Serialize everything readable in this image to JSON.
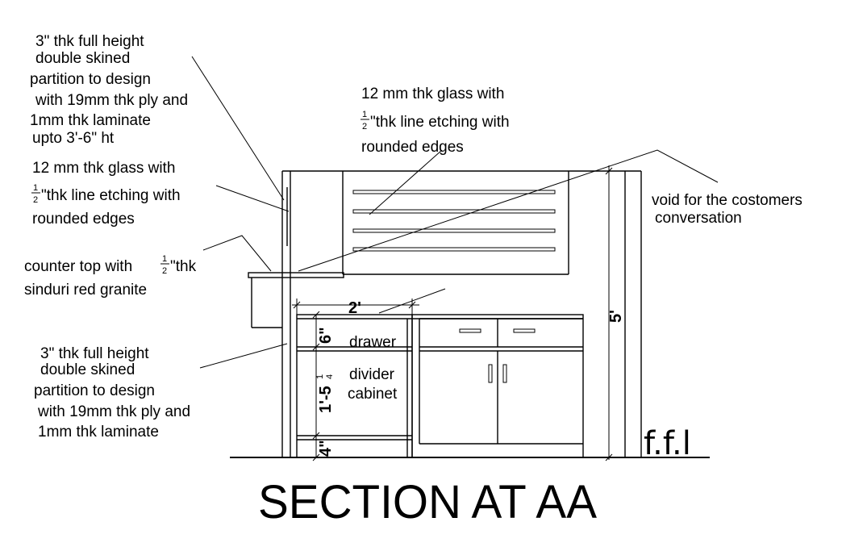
{
  "labels": {
    "partition_top": [
      "3\" thk full height",
      "double skined",
      "partition to design",
      "with 19mm thk ply and",
      "1mm thk laminate",
      "upto 3'-6\" ht"
    ],
    "glass_left": [
      "12 mm thk glass with",
      "\"thk line etching with",
      "rounded edges"
    ],
    "glass_top": [
      "12 mm thk glass with",
      "\"thk line etching with",
      "rounded edges"
    ],
    "counter_top": [
      "counter top with",
      "\"thk",
      "sinduri red  granite"
    ],
    "partition_bottom": [
      "3\" thk full height",
      "double skined",
      "partition to design",
      "with 19mm thk ply and",
      "1mm thk laminate"
    ],
    "void": [
      "void for the costomers",
      "conversation"
    ],
    "drawer": "drawer",
    "divider_cabinet": [
      "divider",
      "cabinet"
    ],
    "ffl": "f.f.l",
    "half_fraction": {
      "num": "1",
      "den": "2"
    },
    "quarter_fraction": {
      "num": "1",
      "den": "4"
    }
  },
  "dimensions": {
    "width_2ft": "2'",
    "height_5ft": "5'",
    "drawer_6in": "6\"",
    "cabinet_height_prefix": "1'-5",
    "plinth_4in": "4\""
  },
  "title": "SECTION  AT AA"
}
